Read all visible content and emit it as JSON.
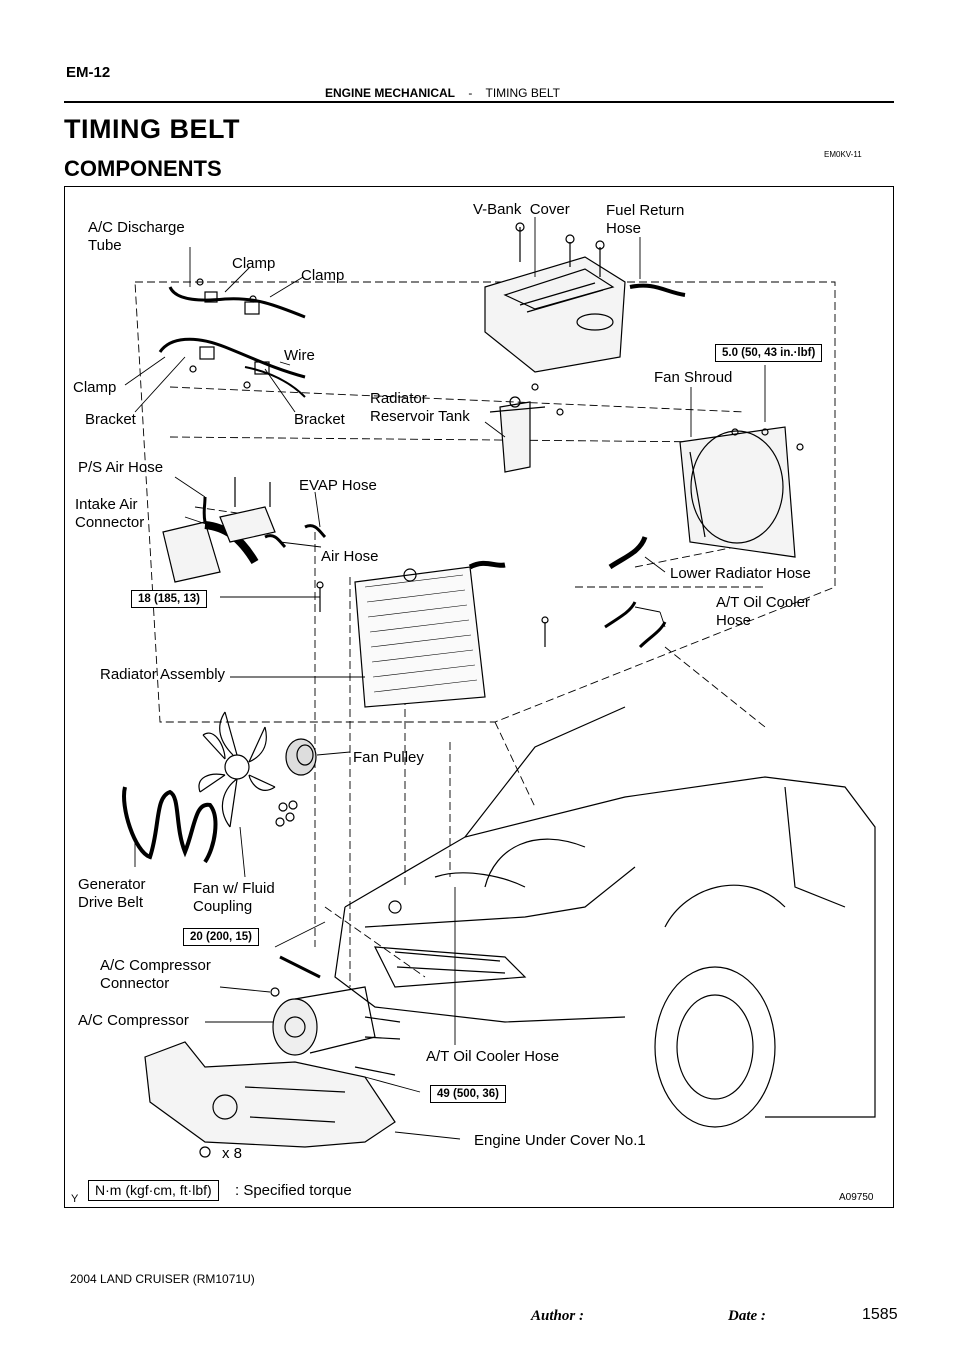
{
  "header": {
    "page_code": "EM-12",
    "section": "ENGINE MECHANICAL",
    "separator": "-",
    "topic": "TIMING BELT"
  },
  "title": "TIMING BELT",
  "subtitle": "COMPONENTS",
  "doc_code": "EM0KV-11",
  "figure": {
    "labels": {
      "ac_discharge_tube": "A/C Discharge\nTube",
      "clamp_1": "Clamp",
      "clamp_2": "Clamp",
      "clamp_3": "Clamp",
      "wire": "Wire",
      "bracket_1": "Bracket",
      "bracket_2": "Bracket",
      "v_bank_cover": "V-Bank  Cover",
      "fuel_return_hose": "Fuel Return\nHose",
      "fan_shroud": "Fan Shroud",
      "radiator_reservoir_tank": "Radiator\nReservoir Tank",
      "ps_air_hose": "P/S Air Hose",
      "intake_air_connector": "Intake Air\nConnector",
      "evap_hose": "EVAP Hose",
      "air_hose": "Air Hose",
      "lower_radiator_hose": "Lower Radiator Hose",
      "at_oil_cooler_hose_1": "A/T Oil Cooler\nHose",
      "radiator_assembly": "Radiator Assembly",
      "fan_pulley": "Fan Pulley",
      "generator_drive_belt": "Generator\nDrive Belt",
      "fan_fluid_coupling": "Fan w/ Fluid\nCoupling",
      "ac_compressor_connector": "A/C Compressor\nConnector",
      "ac_compressor": "A/C Compressor",
      "at_oil_cooler_hose_2": "A/T Oil Cooler Hose",
      "engine_under_cover": "Engine Under Cover No.1",
      "bolt_count": "x 8"
    },
    "torques": {
      "t1": "5.0 (50, 43 in.·lbf)",
      "t2": "18 (185, 13)",
      "t3": "20 (200, 15)",
      "t4": "49 (500, 36)"
    },
    "legend": {
      "unit": "N·m (kgf·cm, ft·lbf)",
      "text": ": Specified torque"
    },
    "corner_left": "Y",
    "figure_code": "A09750"
  },
  "footer": {
    "vehicle": "2004 LAND CRUISER   (RM1071U)",
    "author_label": "Author :",
    "date_label": "Date :",
    "page_number": "1585"
  }
}
